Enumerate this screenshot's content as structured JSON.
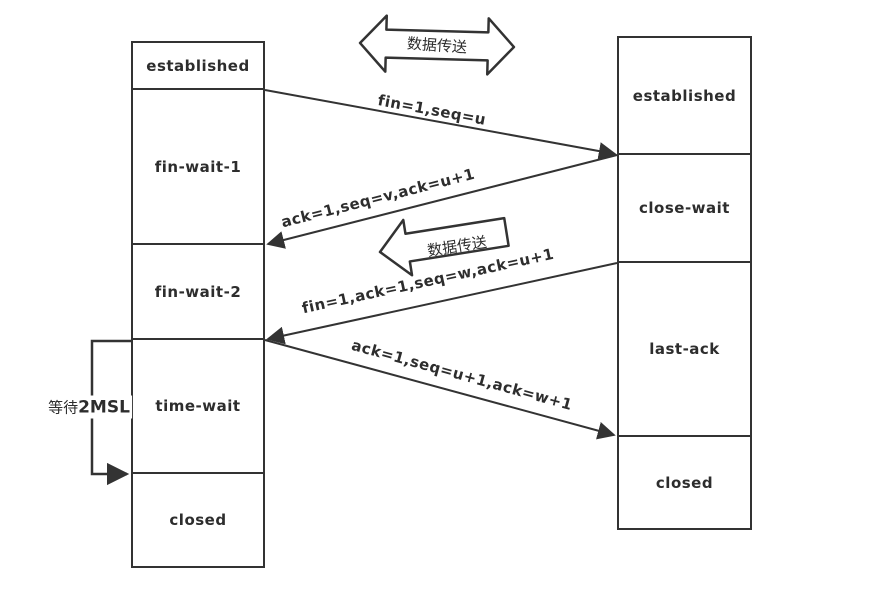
{
  "diagram": {
    "title_meaning": "TCP connection release state diagram",
    "client_states": [
      "established",
      "fin-wait-1",
      "fin-wait-2",
      "time-wait",
      "closed"
    ],
    "server_states": [
      "established",
      "close-wait",
      "last-ack",
      "closed"
    ],
    "messages": [
      "fin=1,seq=u",
      "ack=1,seq=v,ack=u+1",
      "fin=1,ack=1,seq=w,ack=u+1",
      "ack=1,seq=u+1,ack=w+1"
    ],
    "data_transfer_top": "数据传送",
    "data_transfer_mid": "数据传送",
    "wait_prefix": "等待",
    "wait_duration": "2MSL",
    "colors": {
      "stroke": "#333333",
      "text": "#2d2d2d",
      "background": "#ffffff"
    }
  }
}
